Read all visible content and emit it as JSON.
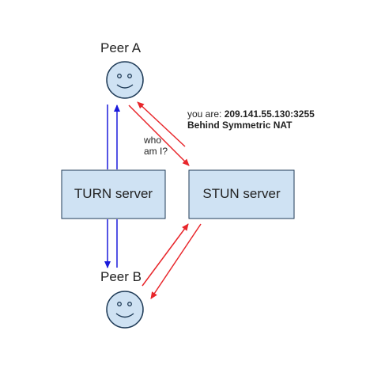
{
  "peers": {
    "a_label": "Peer A",
    "b_label": "Peer B"
  },
  "servers": {
    "turn_label": "TURN server",
    "stun_label": "STUN server"
  },
  "annotations": {
    "question_line1": "who",
    "question_line2": "am I?",
    "reply_prefix": "you are: ",
    "reply_address": "209.141.55.130:3255",
    "reply_nat": "Behind Symmetric NAT"
  },
  "colors": {
    "box_fill": "#cfe2f3",
    "face_fill": "#cfe2f3",
    "relay_arrow": "#1a1adb",
    "stun_arrow": "#e8262b",
    "outline": "#1f3b57"
  }
}
